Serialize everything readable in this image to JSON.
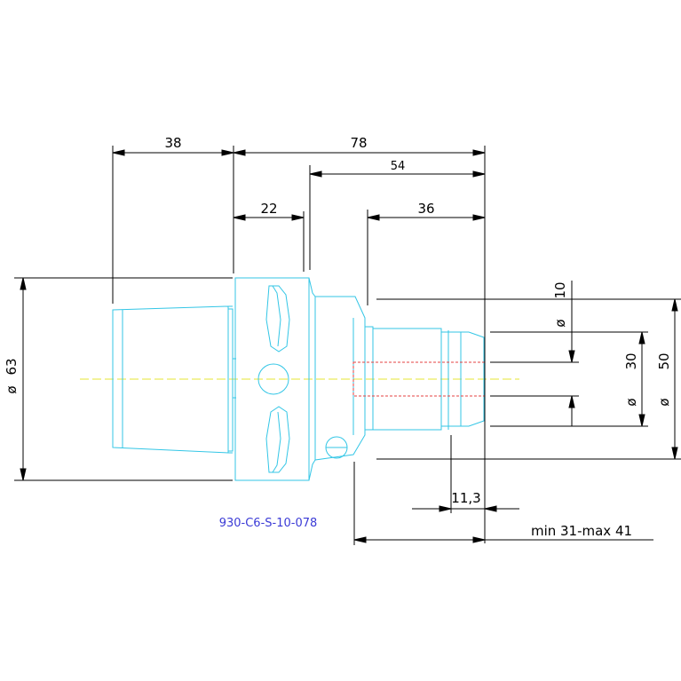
{
  "dimensions": {
    "d38": "38",
    "d78": "78",
    "d54": "54",
    "d22": "22",
    "d36": "36",
    "d10": "10",
    "d30": "30",
    "d50": "50",
    "d63": "63",
    "d11_3": "11,3",
    "range": "min 31-max 41",
    "dia_symbol": "ø"
  },
  "part_code": "930-C6-S-10-078",
  "colors": {
    "outline": "#33c6e6",
    "dimension": "#000000",
    "centerline": "#e6e633",
    "bore": "#e64040",
    "code": "#3b3bd6"
  }
}
